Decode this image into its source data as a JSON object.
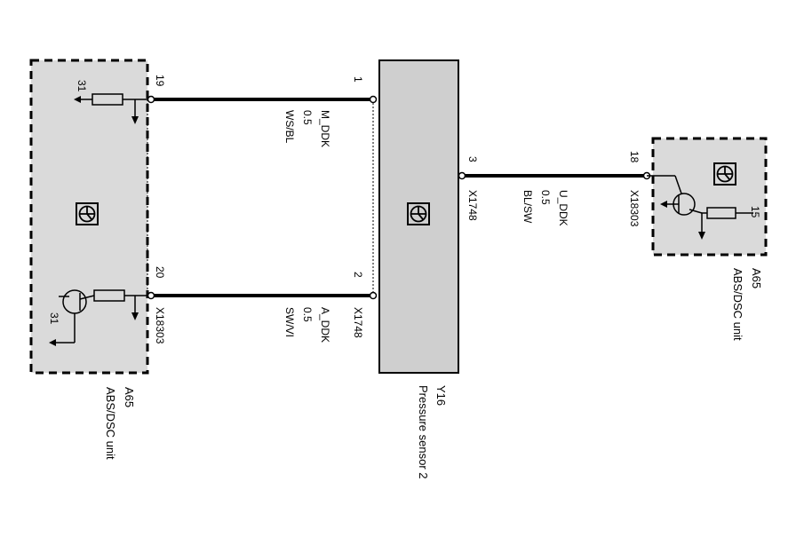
{
  "left_unit": {
    "id": "A65",
    "name": "ABS/DSC unit",
    "connector": "X18303",
    "pin_top": "19",
    "pin_bottom": "20",
    "ground_top": "31",
    "ground_bottom": "31"
  },
  "sensor": {
    "id": "Y16",
    "name": "Pressure sensor 2",
    "connector": "X1748",
    "pin1": "1",
    "pin2": "2",
    "pin3": "3"
  },
  "right_unit": {
    "id": "A65",
    "name": "ABS/DSC unit",
    "connector": "X18303",
    "pin": "18",
    "ground": "15"
  },
  "wires": {
    "m_ddk": {
      "signal": "M_DDK",
      "size": "0.5",
      "color": "WS/BL"
    },
    "a_ddk": {
      "signal": "A_DDK",
      "size": "0.5",
      "color": "SW/VI"
    },
    "u_ddk": {
      "signal": "U_DDK",
      "size": "0.5",
      "color": "BL/SW"
    }
  },
  "colors": {
    "unit_fill": "#dadada",
    "sensor_fill": "#cfcfcf",
    "line": "#000000"
  }
}
